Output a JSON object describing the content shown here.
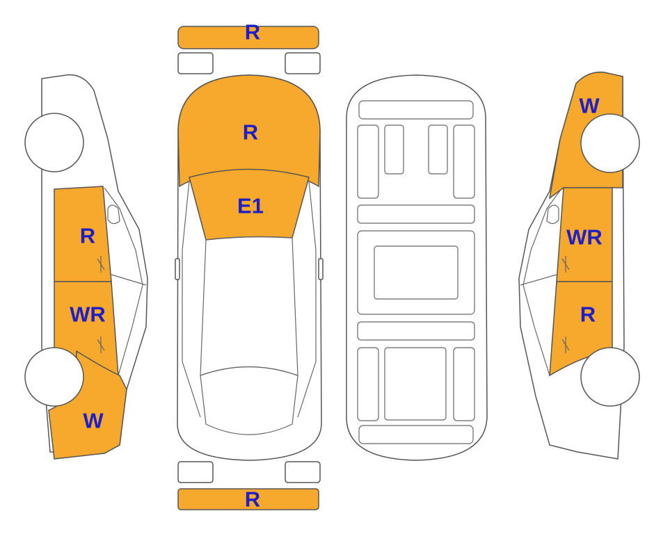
{
  "colors": {
    "damage_fill": "#F6A92C",
    "label_text": "#1F1FC8",
    "outline": "#555555"
  },
  "top_view": {
    "front_bumper": {
      "label": "R",
      "highlighted": true
    },
    "hood": {
      "label": "R",
      "highlighted": true
    },
    "windshield": {
      "label": "E1",
      "highlighted": true
    },
    "rear_bumper": {
      "label": "R",
      "highlighted": true
    }
  },
  "left_side": {
    "front_door": {
      "label": "R",
      "highlighted": true
    },
    "rear_door": {
      "label": "WR",
      "highlighted": true
    },
    "rear_quarter": {
      "label": "W",
      "highlighted": true
    }
  },
  "right_side": {
    "front_fender": {
      "label": "W",
      "highlighted": true
    },
    "front_door": {
      "label": "WR",
      "highlighted": true
    },
    "rear_door": {
      "label": "R",
      "highlighted": true
    }
  }
}
